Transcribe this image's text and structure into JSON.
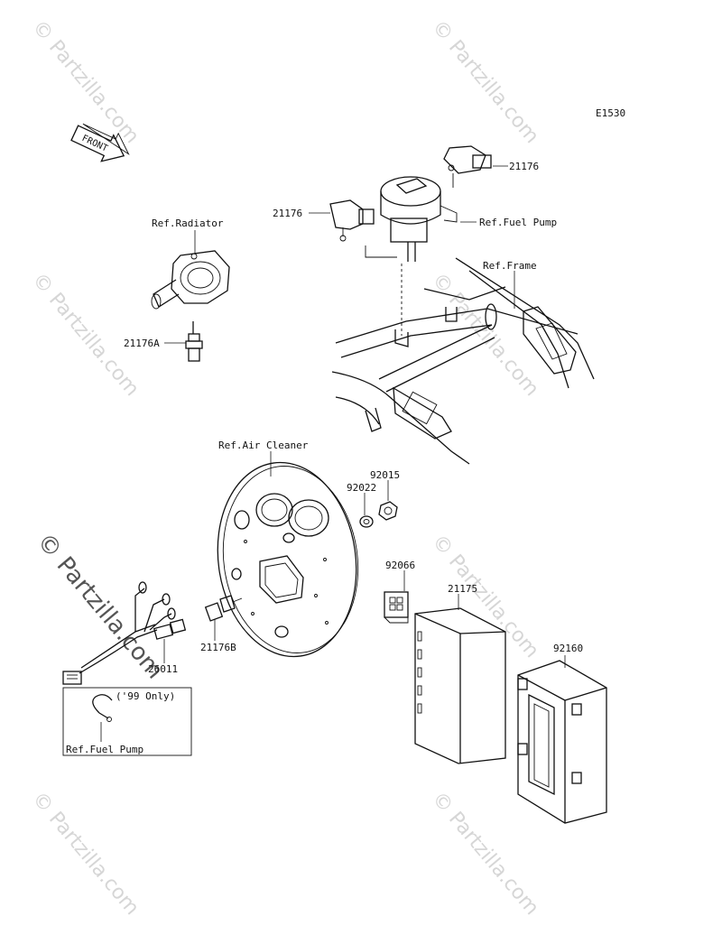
{
  "diagram_code": "E1530",
  "front_arrow_label": "FRONT",
  "watermark": "© Partzilla.com",
  "labels": {
    "radiator": "Ref.Radiator",
    "fuel_pump_top": "Ref.Fuel Pump",
    "frame": "Ref.Frame",
    "air_cleaner": "Ref.Air Cleaner",
    "fuel_pump_inset": "Ref.Fuel Pump",
    "inset_note": "('99 Only)"
  },
  "parts": {
    "p21176_right": "21176",
    "p21176_left": "21176",
    "p21176A": "21176A",
    "p21176B": "21176B",
    "p92015": "92015",
    "p92022": "92022",
    "p92066": "92066",
    "p21175": "21175",
    "p92160": "92160",
    "p26011": "26011"
  },
  "colors": {
    "line": "#111111",
    "watermark": "#d6d6d6",
    "background": "#ffffff"
  }
}
